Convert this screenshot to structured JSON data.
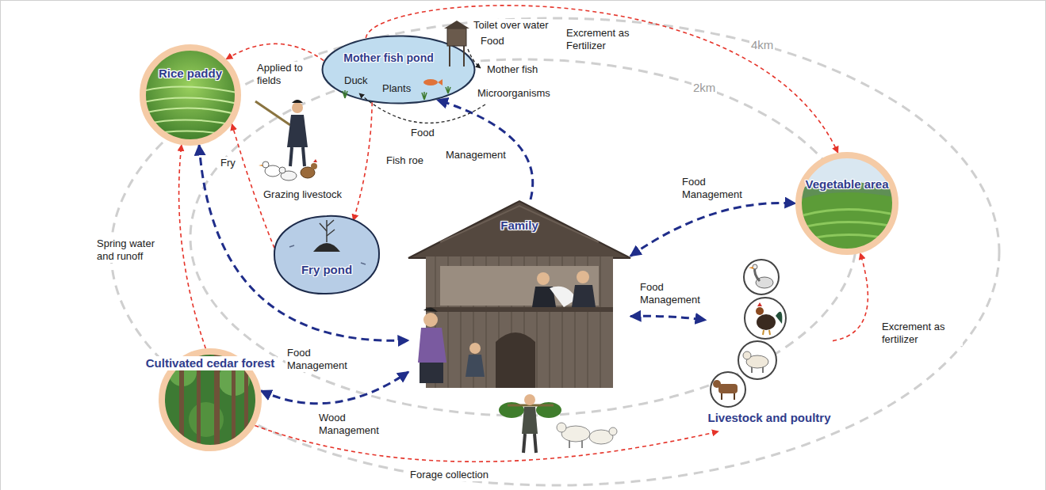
{
  "diagram": {
    "nodes": [
      {
        "text": [
          "Rice paddy"
        ]
      },
      {
        "text": [
          "Mother fish pond"
        ]
      },
      {
        "text": [
          "Vegetable area"
        ]
      },
      {
        "text": [
          "Fry pond"
        ]
      },
      {
        "text": [
          "Family"
        ]
      },
      {
        "text": [
          "Livestock and poultry"
        ]
      },
      {
        "text": [
          "Cultivated cedar forest"
        ]
      }
    ],
    "edges": [
      {
        "from": 1,
        "to": 0,
        "label": "Applied to fields",
        "arrow": "to"
      },
      {
        "from": 1,
        "to": 2,
        "label": "Excrement as Fertilizer",
        "arrow": "to"
      },
      {
        "from": 1,
        "to": 3,
        "label": "Fish roe",
        "arrow": "to"
      },
      {
        "from": 4,
        "to": 1,
        "label": "Management",
        "arrow": "to"
      },
      {
        "from": 3,
        "to": 0,
        "label": "Fry",
        "arrow": "to"
      },
      {
        "from": 6,
        "to": 0,
        "label": "Spring water and runoff",
        "arrow": "to"
      },
      {
        "from": 0,
        "to": 4,
        "label": "Food Management",
        "arrow": "both"
      },
      {
        "from": 4,
        "to": 2,
        "label": "Food Management",
        "arrow": "both"
      },
      {
        "from": 4,
        "to": 5,
        "label": "Food Management",
        "arrow": "both"
      },
      {
        "from": 5,
        "to": 2,
        "label": "Excrement as fertilizer",
        "arrow": "to"
      },
      {
        "from": 6,
        "to": 4,
        "label": "Wood Management",
        "arrow": "both"
      },
      {
        "from": 6,
        "to": 5,
        "label": "Forage collection",
        "arrow": "to"
      }
    ],
    "labels": [
      "Toilet over water",
      "Food",
      "Mother fish",
      "Duck",
      "Plants",
      "Microorganisms",
      "Food",
      "Grazing livestock",
      "4km",
      "2km"
    ]
  }
}
